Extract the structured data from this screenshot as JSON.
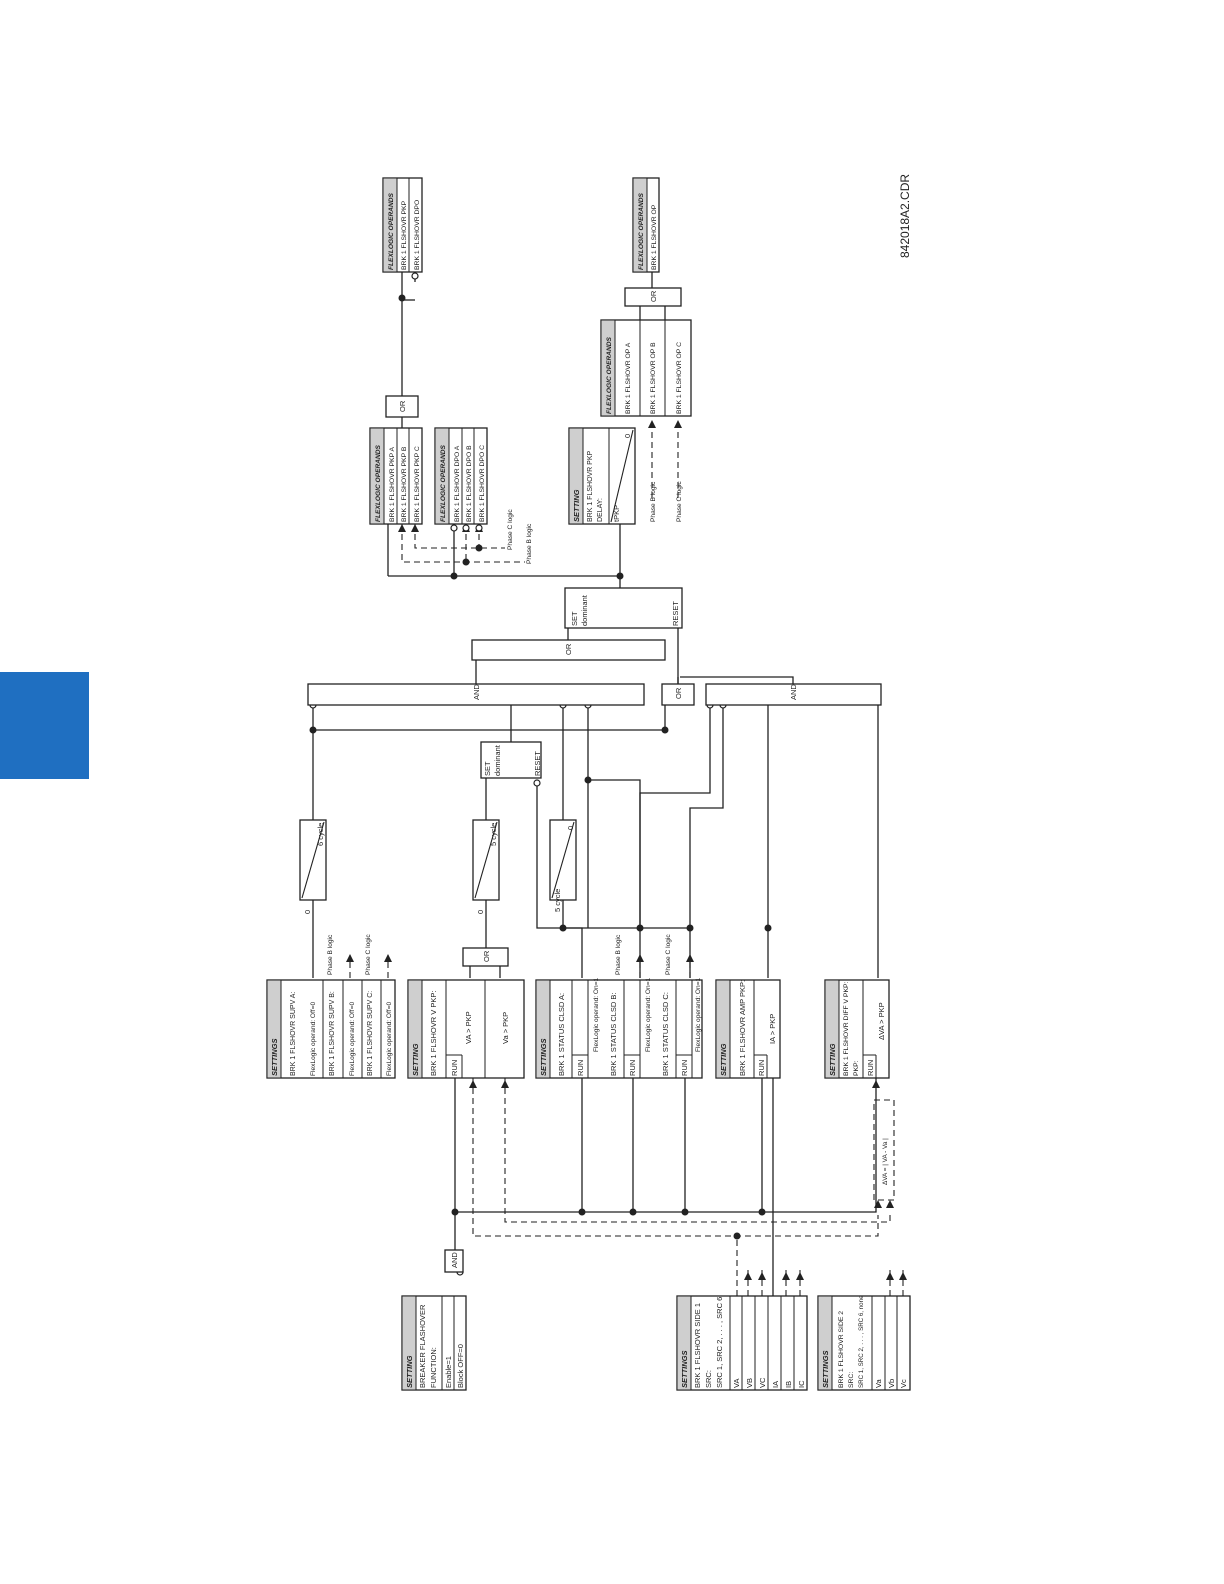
{
  "page": {
    "tab_color": "#1f6fc1",
    "line_color": "#222222",
    "header_fill": "#cfcfcf"
  },
  "drawing_id": "842018A2.CDR",
  "inputs": {
    "function": {
      "header": "SETTING",
      "rows": [
        "BREAKER FLASHOVER",
        "FUNCTION:",
        "Enable=1",
        "Block OFF=0"
      ]
    },
    "side1": {
      "header": "SETTINGS",
      "rows": [
        "BRK 1 FLSHOVR SIDE 1",
        "SRC:",
        "SRC 1, SRC 2, . . . , SRC 6",
        "VA",
        "VB",
        "VC",
        "IA",
        "IB",
        "IC"
      ]
    },
    "side2": {
      "header": "SETTINGS",
      "rows": [
        "BRK 1 FLSHOVR SIDE 2",
        "SRC:",
        "SRC 1, SRC 2, . . . , SRC 6, none",
        "Va",
        "Vb",
        "Vc"
      ]
    },
    "and_gate": "AND"
  },
  "settings": {
    "supv": {
      "header": "SETTINGS",
      "rows": [
        "BRK 1 FLSHOVR SUPV A:",
        "FlexLogic operand: Off=0",
        "BRK 1 FLSHOVR SUPV B:",
        "FlexLogic operand: Off=0",
        "BRK 1 FLSHOVR SUPV C:",
        "FlexLogic operand: Off=0"
      ],
      "phase_b": "Phase B logic",
      "phase_c": "Phase C logic"
    },
    "vpkp": {
      "header": "SETTING",
      "title": "BRK 1 FLSHOVR V PKP:",
      "run": "RUN",
      "cmp1": "VA > PKP",
      "cmp2": "Va > PKP"
    },
    "status": {
      "header": "SETTINGS",
      "rows": [
        "BRK 1 STATUS CLSD A:",
        "FlexLogic operand: On=1",
        "BRK 1 STATUS CLSD B:",
        "FlexLogic operand: On=1",
        "BRK 1 STATUS CLSD C:",
        "FlexLogic operand: On=1"
      ],
      "run": "RUN",
      "phase_b": "Phase B logic",
      "phase_c": "Phase C logic"
    },
    "amp": {
      "header": "SETTING",
      "title": "BRK 1 FLSHOVR AMP PKP:",
      "run": "RUN",
      "cmp": "IA > PKP"
    },
    "diff": {
      "header": "SETTING",
      "title": "BRK 1 FLSHOVR DIFF V PKP:",
      "run": "RUN",
      "cmp": "ΔVA > PKP",
      "formula": "ΔVA = | VA - Va |"
    }
  },
  "timers": {
    "t6": {
      "left": "0",
      "right": "6 cycle"
    },
    "t5": {
      "left": "0",
      "right": "5 cycle"
    },
    "t5b": {
      "left": "5 cycle",
      "right": "0"
    }
  },
  "gates": {
    "or_v": "OR",
    "and1": "AND",
    "or_mid": "OR",
    "and2": "AND",
    "or_top": "OR",
    "or_pkp": "OR",
    "or_op": "OR"
  },
  "latches": {
    "latch1": {
      "set": "SET",
      "dominant": "dominant",
      "reset": "RESET"
    },
    "latch2": {
      "set": "SET",
      "dominant": "dominant",
      "reset": "RESET"
    }
  },
  "delay": {
    "header": "SETTING",
    "rows": [
      "BRK 1 FLSHOVR PKP",
      "DELAY:"
    ],
    "tpkp": "tPKP",
    "zero": "0"
  },
  "outputs": {
    "pkp": {
      "header": "FLEXLOGIC OPERANDS",
      "rows": [
        "BRK 1 FLSHOVR PKP A",
        "BRK 1 FLSHOVR PKP B",
        "BRK 1 FLSHOVR PKP C"
      ]
    },
    "dpo": {
      "header": "FLEXLOGIC OPERANDS",
      "rows": [
        "BRK 1 FLSHOVR DPO A",
        "BRK 1 FLSHOVR DPO B",
        "BRK 1 FLSHOVR DPO C"
      ]
    },
    "op": {
      "header": "FLEXLOGIC OPERANDS",
      "rows": [
        "BRK 1 FLSHOVR OP A",
        "BRK 1 FLSHOVR OP B",
        "BRK 1 FLSHOVR OP C"
      ]
    },
    "final_pkp": {
      "header": "FLEXLOGIC OPERANDS",
      "rows": [
        "BRK 1 FLSHOVR PKP",
        "BRK 1 FLSHOVR DPO"
      ]
    },
    "final_op": {
      "header": "FLEXLOGIC OPERANDS",
      "rows": [
        "BRK 1 FLSHOVR OP"
      ]
    },
    "labels": {
      "phase_c": "Phase C logic",
      "phase_b": "Phase B logic"
    }
  }
}
